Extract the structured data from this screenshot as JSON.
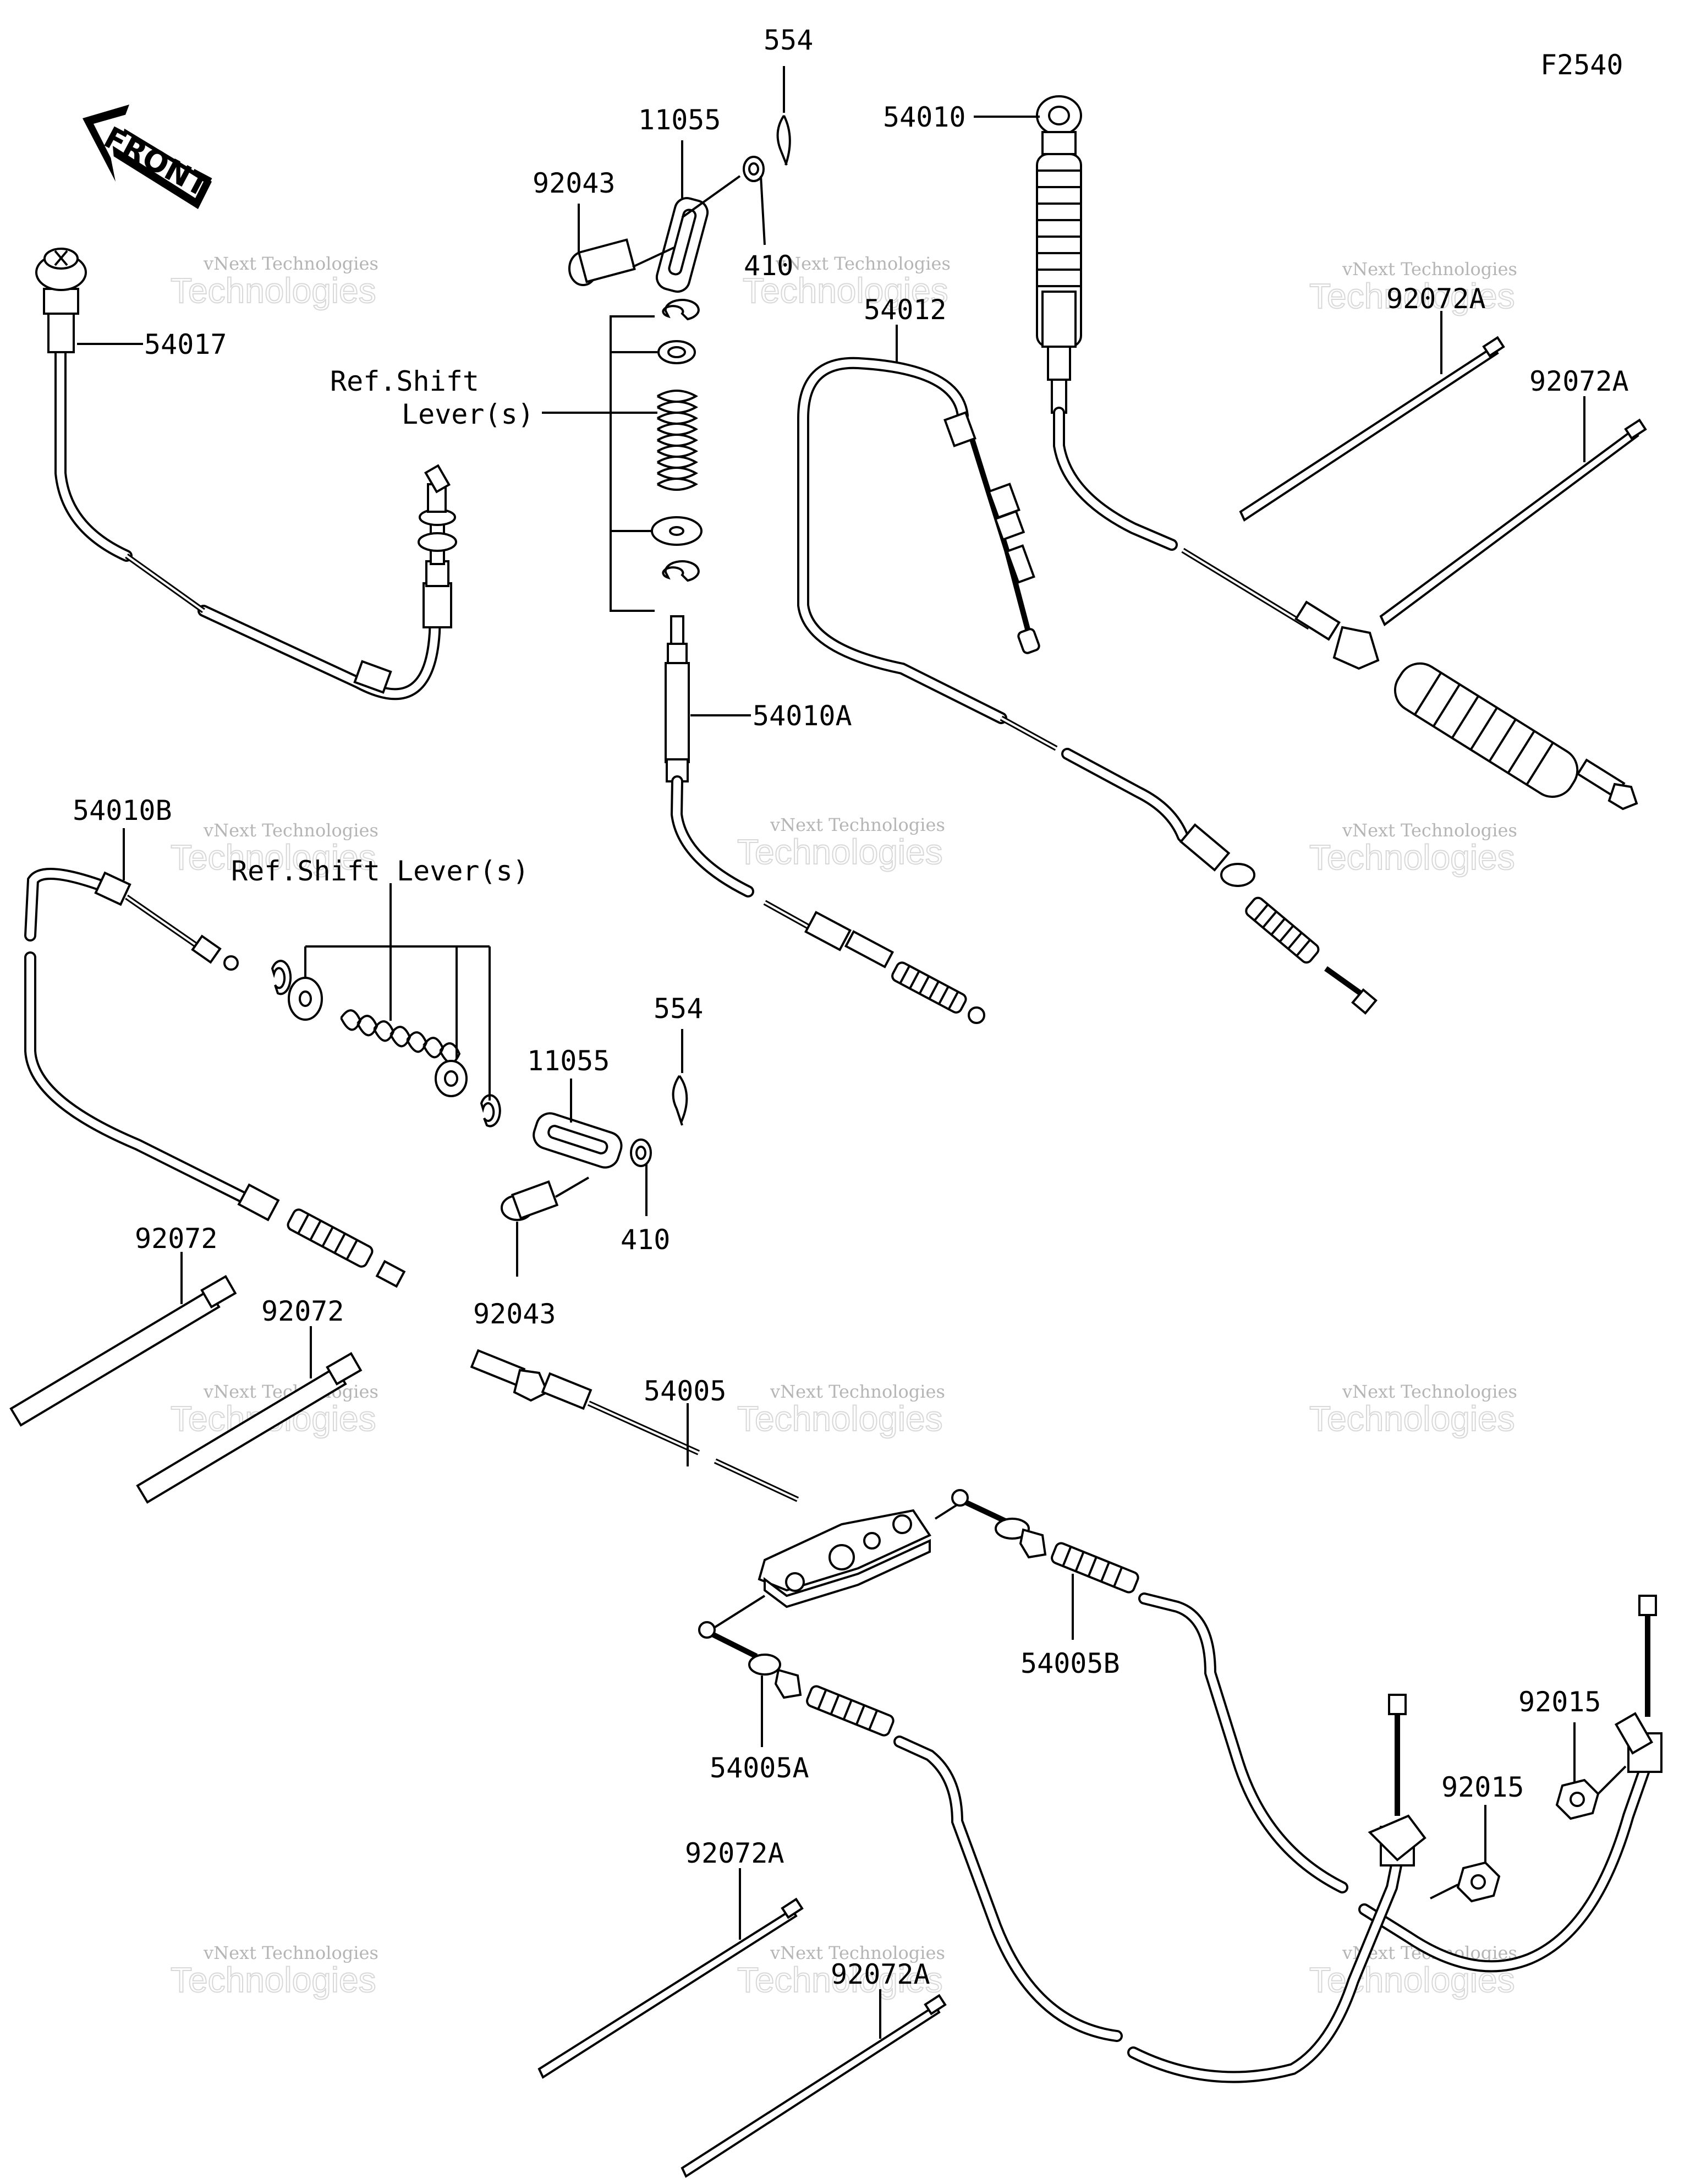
{
  "figure_code": "F2540",
  "front_label": "FRONT",
  "watermark": {
    "line1": "vNext Technologies",
    "line2": "Technologies"
  },
  "labels": {
    "p554_top": "554",
    "p11055_top": "11055",
    "p92043_top": "92043",
    "p410_top": "410",
    "ref_shift_top_1": "Ref.Shift",
    "ref_shift_top_2": "Lever(s)",
    "p54010": "54010",
    "p54012": "54012",
    "p54017": "54017",
    "p92072A_r1": "92072A",
    "p92072A_r2": "92072A",
    "p54010A": "54010A",
    "p54010B": "54010B",
    "ref_shift_mid": "Ref.Shift Lever(s)",
    "p554_mid": "554",
    "p11055_mid": "11055",
    "p410_mid": "410",
    "p92043_mid": "92043",
    "p92072_l1": "92072",
    "p92072_l2": "92072",
    "p54005": "54005",
    "p54005B": "54005B",
    "p54005A": "54005A",
    "p92015_a": "92015",
    "p92015_b": "92015",
    "p92072A_b1": "92072A",
    "p92072A_b2": "92072A"
  }
}
